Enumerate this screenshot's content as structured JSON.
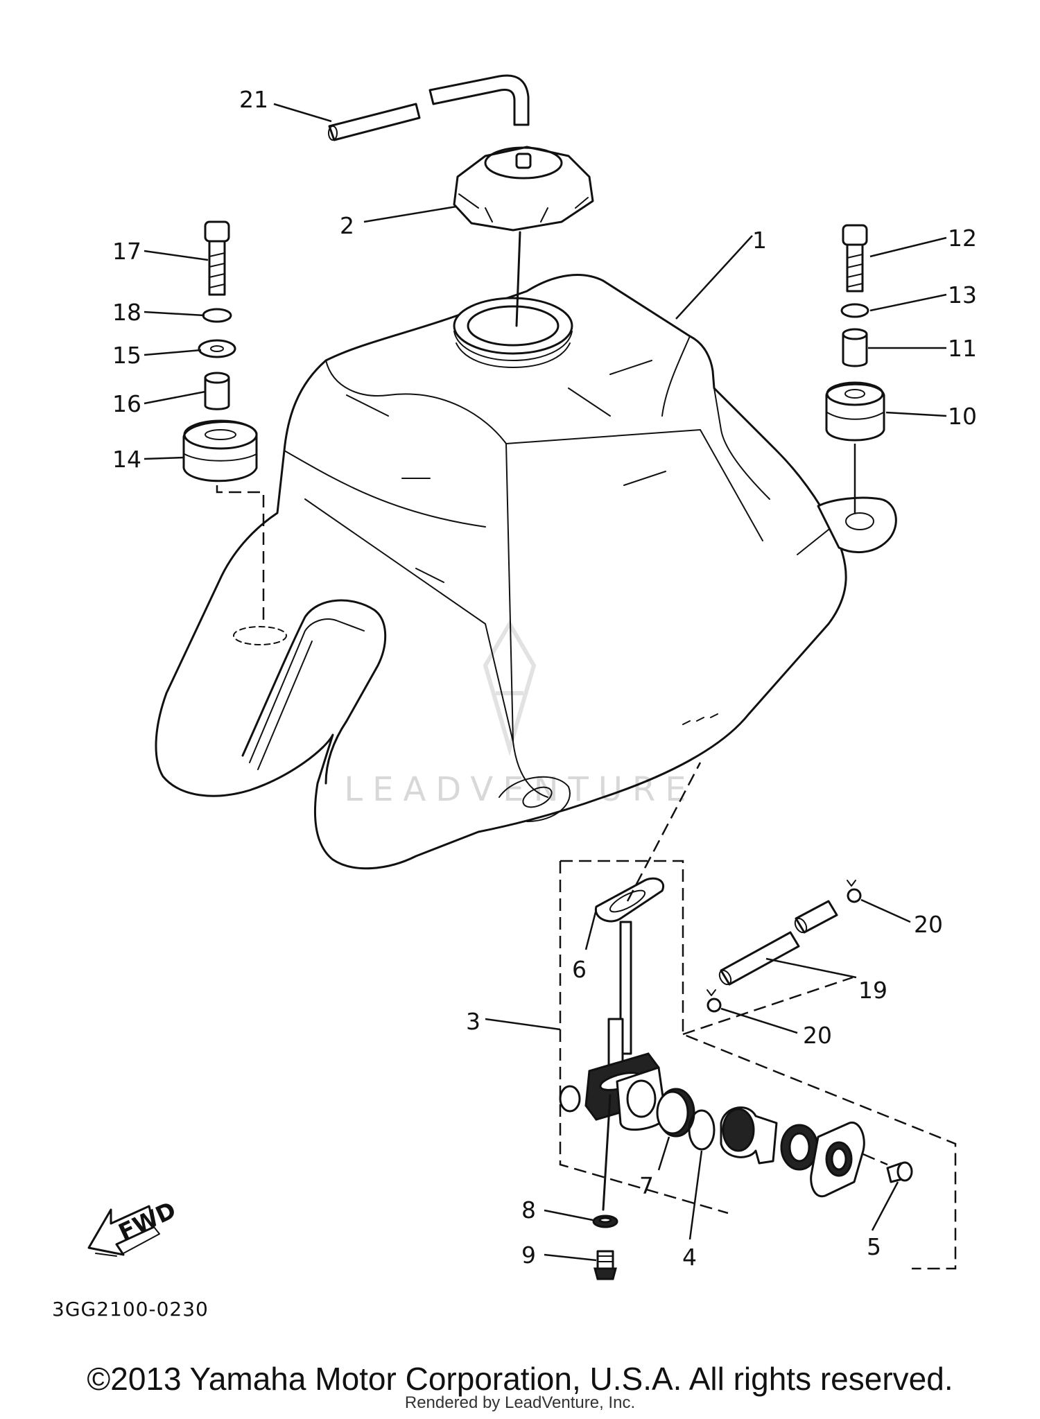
{
  "diagram": {
    "part_code": "3GG2100-0230",
    "fwd_label": "FWD",
    "watermark": "LEADVENTURE",
    "callouts": {
      "c1": "1",
      "c2": "2",
      "c3": "3",
      "c4": "4",
      "c5": "5",
      "c6": "6",
      "c7": "7",
      "c8": "8",
      "c9": "9",
      "c10": "10",
      "c11": "11",
      "c12": "12",
      "c13": "13",
      "c14": "14",
      "c15": "15",
      "c16": "16",
      "c17": "17",
      "c18": "18",
      "c19": "19",
      "c20a": "20",
      "c20b": "20",
      "c21": "21"
    }
  },
  "footer": {
    "copyright": "©2013 Yamaha Motor Corporation, U.S.A. All rights reserved.",
    "rendered_by": "Rendered by LeadVenture, Inc."
  }
}
